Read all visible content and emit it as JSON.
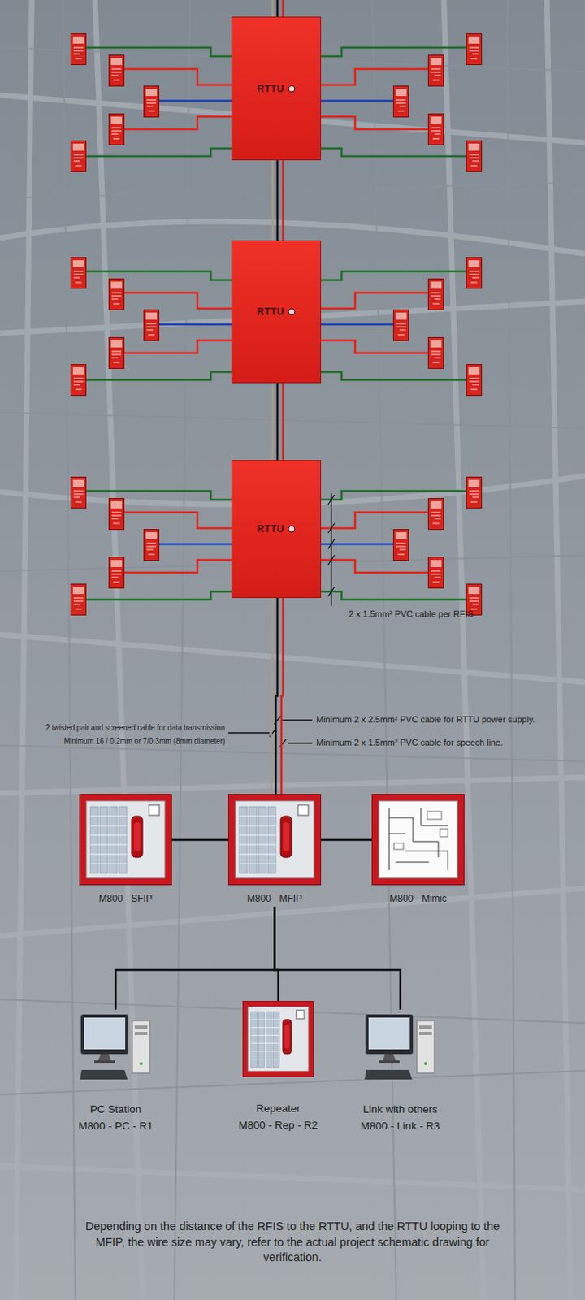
{
  "diagram": {
    "caption": "Depending on the distance of the RFIS to the RTTU, and the RTTU looping to the MFIP, the wire size may vary, refer to the actual project schematic drawing for verification.",
    "nodes": [
      {
        "text": [
          "RTTU"
        ]
      },
      {
        "text": [
          "RTTU"
        ]
      },
      {
        "text": [
          "RTTU"
        ]
      },
      {
        "text": [
          "M800 - SFIP"
        ]
      },
      {
        "text": [
          "M800 - MFIP"
        ]
      },
      {
        "text": [
          "M800 - Mimic"
        ]
      },
      {
        "text": [
          "PC Station",
          "M800 - PC - R1"
        ]
      },
      {
        "text": [
          "Repeater",
          "M800 - Rep - R2"
        ]
      },
      {
        "text": [
          "Link with others",
          "M800 - Link - R3"
        ]
      }
    ],
    "edges": [
      {
        "from": 0,
        "to": 1,
        "arrow": "none"
      },
      {
        "from": 1,
        "to": 2,
        "arrow": "none"
      },
      {
        "from": 2,
        "to": 4,
        "arrow": "none"
      },
      {
        "from": 3,
        "to": 4,
        "arrow": "none"
      },
      {
        "from": 4,
        "to": 5,
        "arrow": "none"
      },
      {
        "from": 4,
        "to": 6,
        "arrow": "none"
      },
      {
        "from": 4,
        "to": 7,
        "arrow": "none"
      },
      {
        "from": 4,
        "to": 8,
        "arrow": "none"
      }
    ],
    "labels": [
      "2 x 1.5mm² PVC cable per RFIS",
      "2 twisted pair and screened cable for data transmission",
      "Minimum 16 / 0.2mm or 7/0.3mm (8mm diameter)",
      "Minimum 2 x 2.5mm² PVC cable for RTTU power supply.",
      "Minimum 2 x 1.5mm² PVC cable for speech line."
    ]
  }
}
